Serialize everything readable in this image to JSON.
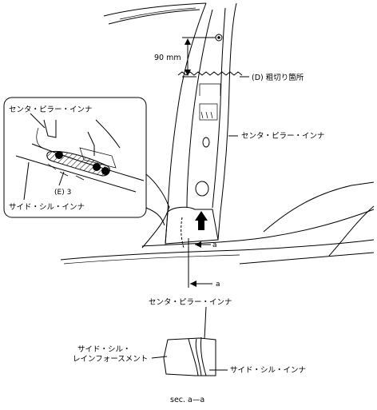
{
  "labels": {
    "dim_90": "90 mm",
    "cut_point": "(D) 粗切り箇所",
    "center_pillar_inner_detail": "センタ・ピラー・インナ",
    "center_pillar_inner_main": "センタ・ピラー・インナ",
    "center_pillar_inner_section": "センタ・ピラー・インナ",
    "side_sill_inner_detail": "サイド・シル・インナ",
    "part_ref": "(E) 3",
    "section_marker_a_upper": "a",
    "section_marker_a_lower": "a",
    "side_sill_reinforcement_line1": "サイド・シル・",
    "side_sill_reinforcement_line2": "レインフォースメント",
    "side_sill_inner_section": "サイド・シル・インナ",
    "section_caption": "sec. a—a"
  }
}
